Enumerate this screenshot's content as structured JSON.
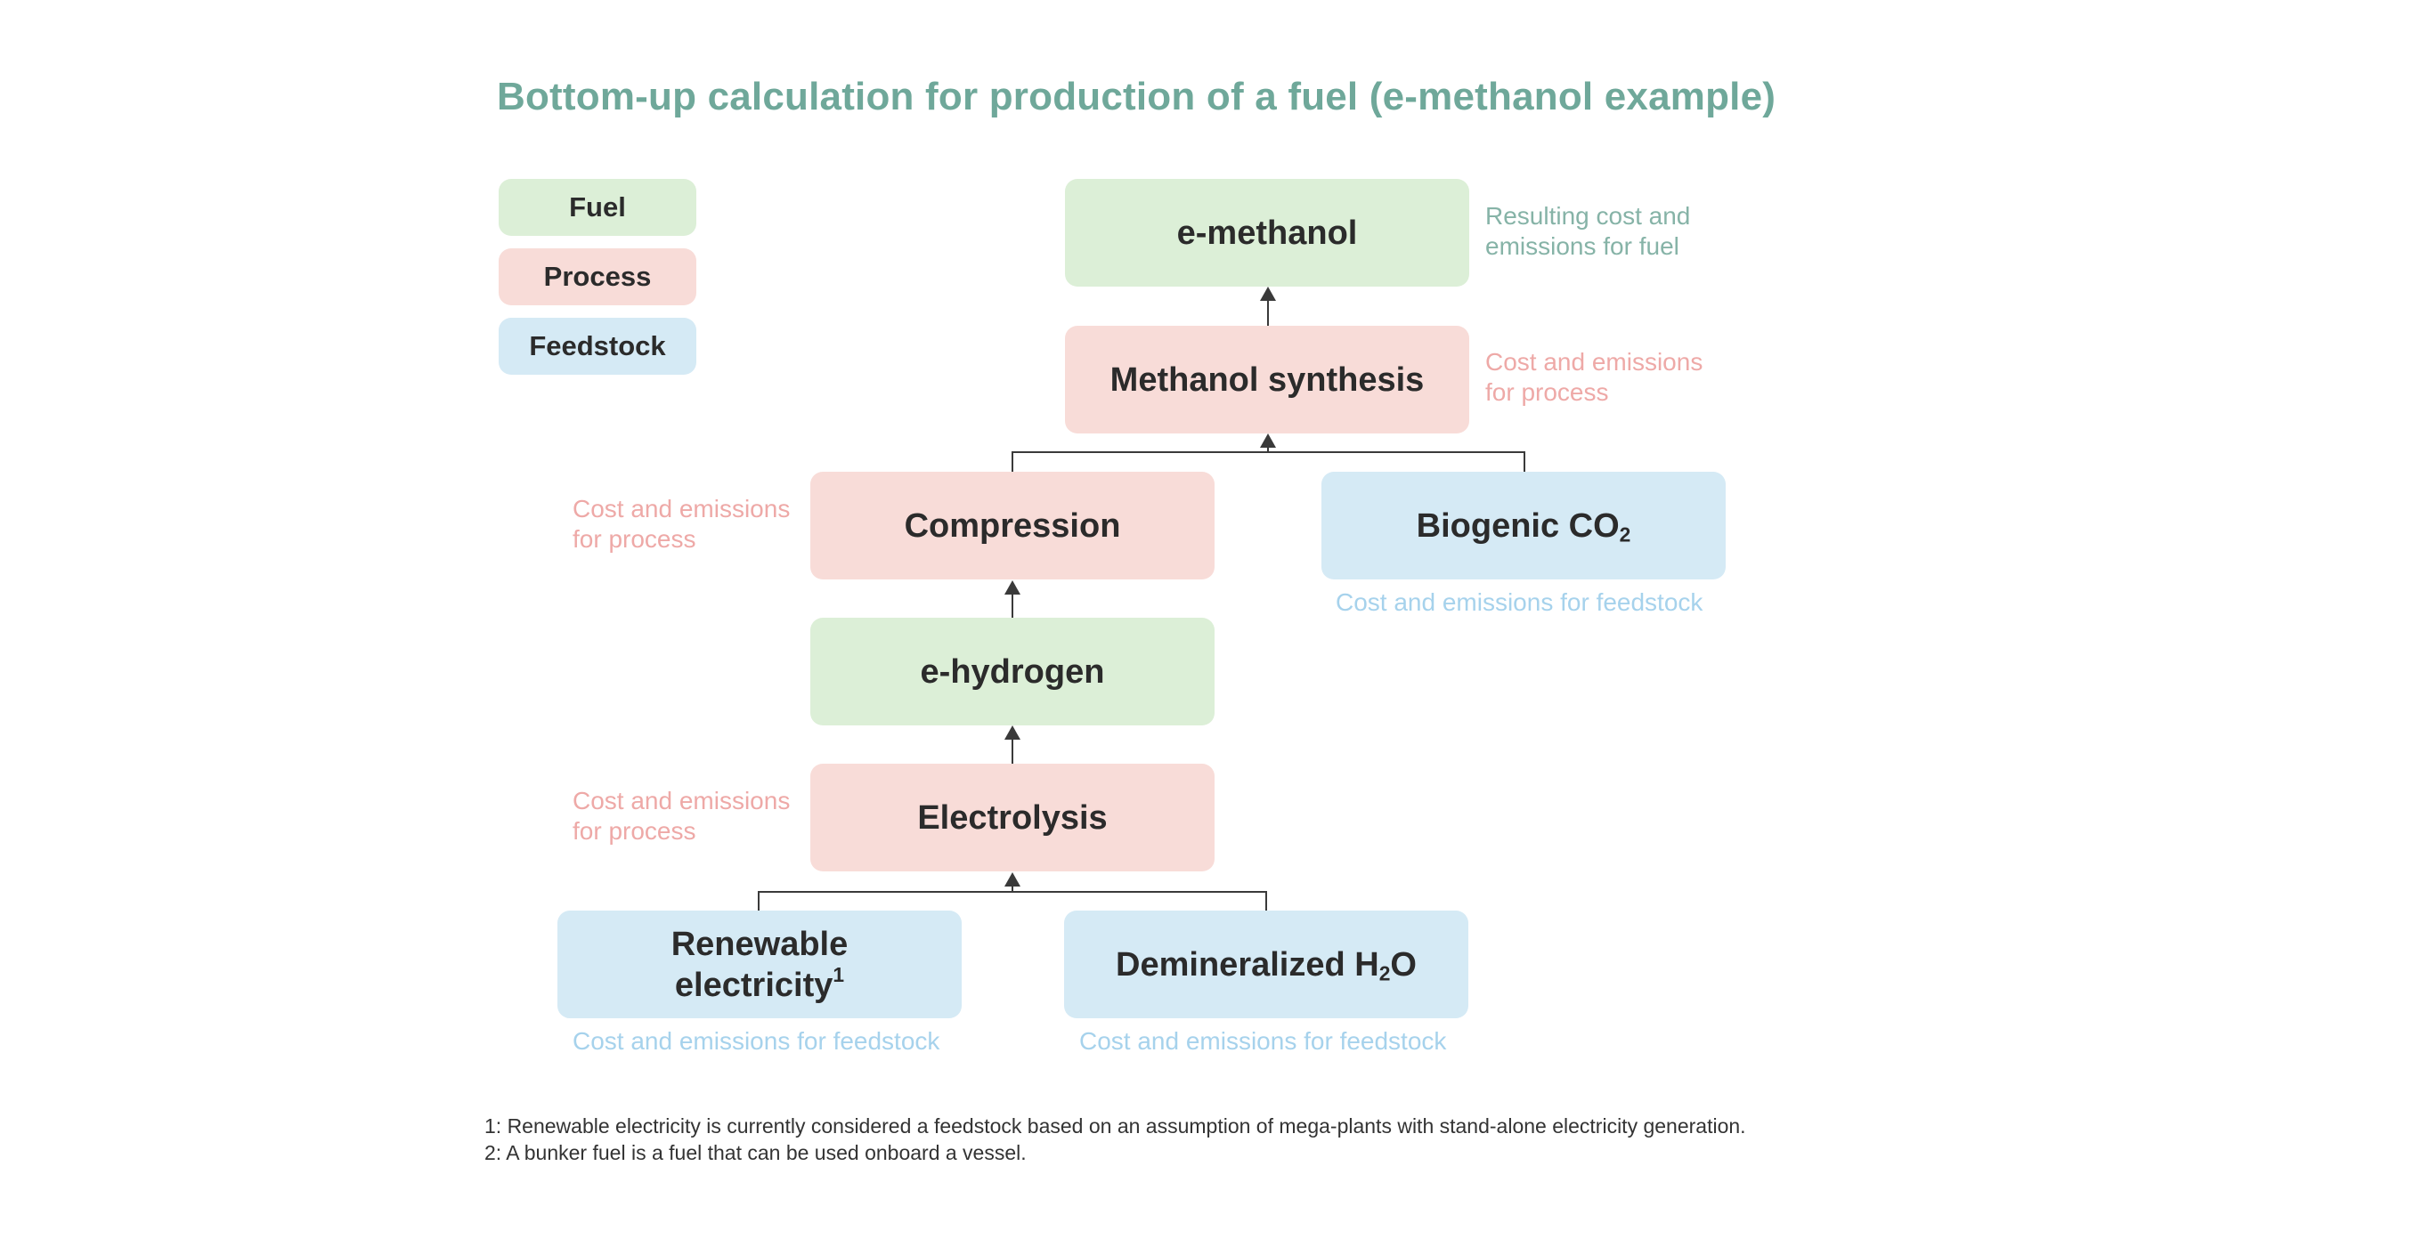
{
  "title": "Bottom-up calculation for production of a fuel (e-methanol example)",
  "legend": {
    "fuel": "Fuel",
    "process": "Process",
    "feedstock": "Feedstock"
  },
  "nodes": {
    "e_methanol": "e-methanol",
    "methanol_synthesis": "Methanol synthesis",
    "compression": "Compression",
    "biogenic_co2": {
      "text": "Biogenic CO",
      "sub": "2"
    },
    "e_hydrogen": "e-hydrogen",
    "electrolysis": "Electrolysis",
    "renewable_electricity": {
      "line1": "Renewable",
      "line2": "electricity",
      "sup": "1"
    },
    "demineralized_h2o": {
      "pre": "Demineralized H",
      "sub": "2",
      "post": "O"
    }
  },
  "notes": {
    "fuel_line1": "Resulting cost and",
    "fuel_line2": "emissions for fuel",
    "process_line1": "Cost and emissions",
    "process_line2": "for process",
    "feedstock": "Cost and emissions for feedstock"
  },
  "footnotes": [
    "1: Renewable electricity is currently considered a feedstock based on an assumption of mega-plants with stand-alone electricity generation.",
    "2: A bunker fuel is a fuel that can be used onboard a vessel."
  ],
  "colors": {
    "fuel": "#dcefd7",
    "process": "#f8dcd8",
    "feedstock": "#d5eaf5",
    "title": "#6fa89a",
    "connector": "#3a3a3a"
  }
}
